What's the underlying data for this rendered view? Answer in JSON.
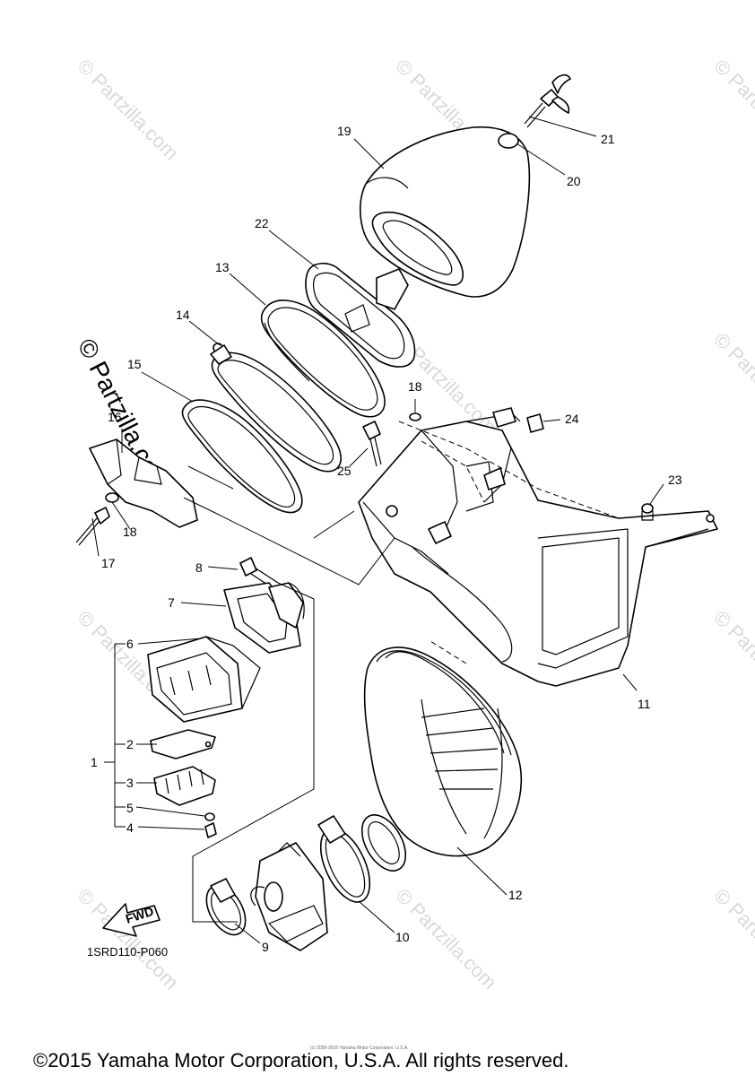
{
  "watermark": {
    "text": "© Partzilla.com",
    "faint_text": "© Partzilla.com"
  },
  "callouts": [
    {
      "number": "1"
    },
    {
      "number": "2"
    },
    {
      "number": "3"
    },
    {
      "number": "4"
    },
    {
      "number": "5"
    },
    {
      "number": "6"
    },
    {
      "number": "7"
    },
    {
      "number": "8"
    },
    {
      "number": "9"
    },
    {
      "number": "10"
    },
    {
      "number": "11"
    },
    {
      "number": "12"
    },
    {
      "number": "13"
    },
    {
      "number": "14"
    },
    {
      "number": "15"
    },
    {
      "number": "16"
    },
    {
      "number": "17"
    },
    {
      "number": "18"
    },
    {
      "number": "18"
    },
    {
      "number": "19"
    },
    {
      "number": "20"
    },
    {
      "number": "21"
    },
    {
      "number": "22"
    },
    {
      "number": "23"
    },
    {
      "number": "24"
    },
    {
      "number": "25"
    }
  ],
  "fwd_label": "FWD",
  "diagram_code": "1SRD110-P060",
  "tiny_copyright": "(c) 2005-2016 Yamaha Motor Corporation, U.S.A.",
  "copyright": "©2015 Yamaha Motor Corporation, U.S.A. All rights reserved."
}
